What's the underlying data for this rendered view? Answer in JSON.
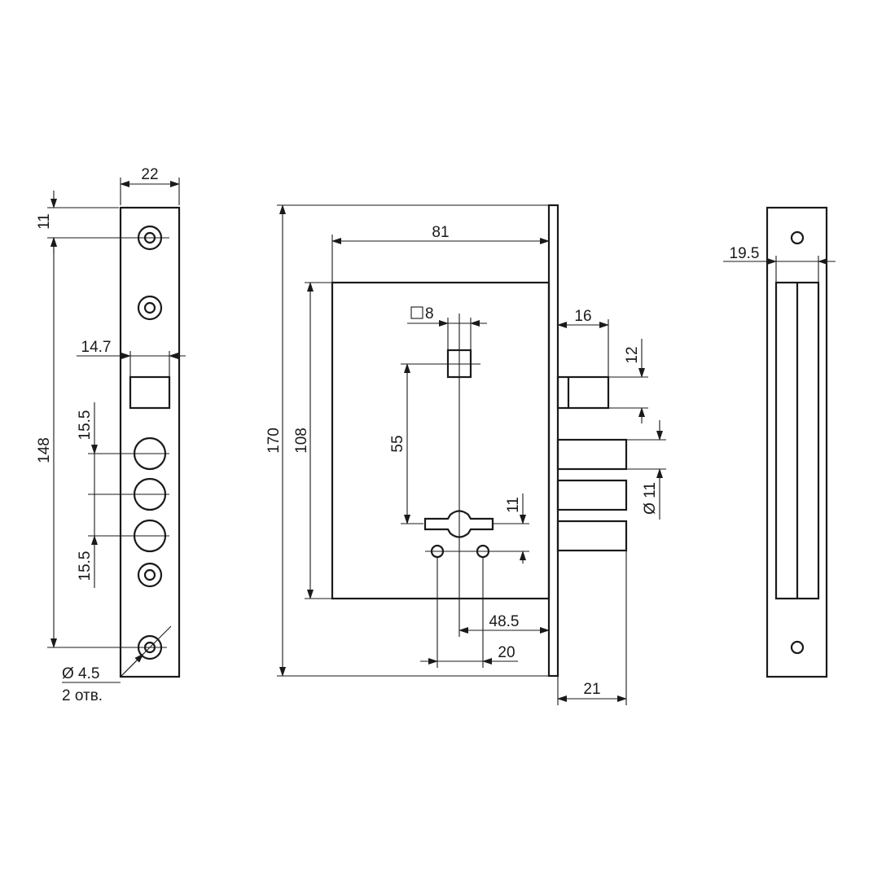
{
  "diagram": {
    "left_view": {
      "width": "22",
      "top_offset": "11",
      "height": "148",
      "bolt_width": "14.7",
      "spacing_upper": "15.5",
      "spacing_lower": "15.5",
      "hole_diameter": "Ø 4.5",
      "hole_count": "2 отв."
    },
    "center_view": {
      "total_height": "170",
      "body_height": "108",
      "body_width": "81",
      "spindle_square": "8",
      "spindle_to_key": "55",
      "key_offset": "11",
      "backset": "48.5",
      "key_spacing": "20",
      "latch_projection": "16",
      "latch_height": "12",
      "bolt_diameter": "Ø 11",
      "bolt_projection": "21"
    },
    "right_view": {
      "depth": "19.5"
    }
  }
}
